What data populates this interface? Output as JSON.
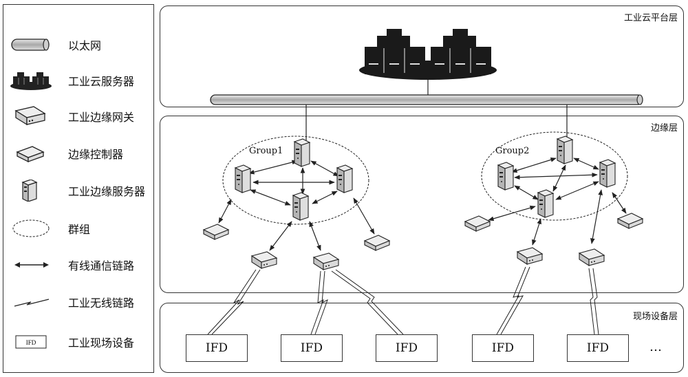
{
  "legend": {
    "items": [
      {
        "icon": "ethernet-pipe-icon",
        "label": "以太网"
      },
      {
        "icon": "cloud-server-cluster-icon",
        "label": "工业云服务器"
      },
      {
        "icon": "edge-gateway-icon",
        "label": "工业边缘网关"
      },
      {
        "icon": "edge-controller-icon",
        "label": "边缘控制器"
      },
      {
        "icon": "edge-server-icon",
        "label": "工业边缘服务器"
      },
      {
        "icon": "group-ellipse-icon",
        "label": "群组"
      },
      {
        "icon": "wired-link-arrow-icon",
        "label": "有线通信链路"
      },
      {
        "icon": "wireless-link-zigzag-icon",
        "label": "工业无线链路"
      },
      {
        "icon": "ifd-box-icon",
        "label": "工业现场设备",
        "box_text": "IFD"
      }
    ]
  },
  "layers": {
    "cloud": {
      "title": "工业云平台层"
    },
    "edge": {
      "title": "边缘层"
    },
    "field": {
      "title": "现场设备层"
    }
  },
  "groups": [
    {
      "label": "Group1"
    },
    {
      "label": "Group2"
    }
  ],
  "field_devices": [
    "IFD",
    "IFD",
    "IFD",
    "IFD",
    "IFD"
  ],
  "ellipsis": "…",
  "colors": {
    "line": "#222222",
    "pipe": "#b8b8b8",
    "server": "#1a1a1a"
  }
}
